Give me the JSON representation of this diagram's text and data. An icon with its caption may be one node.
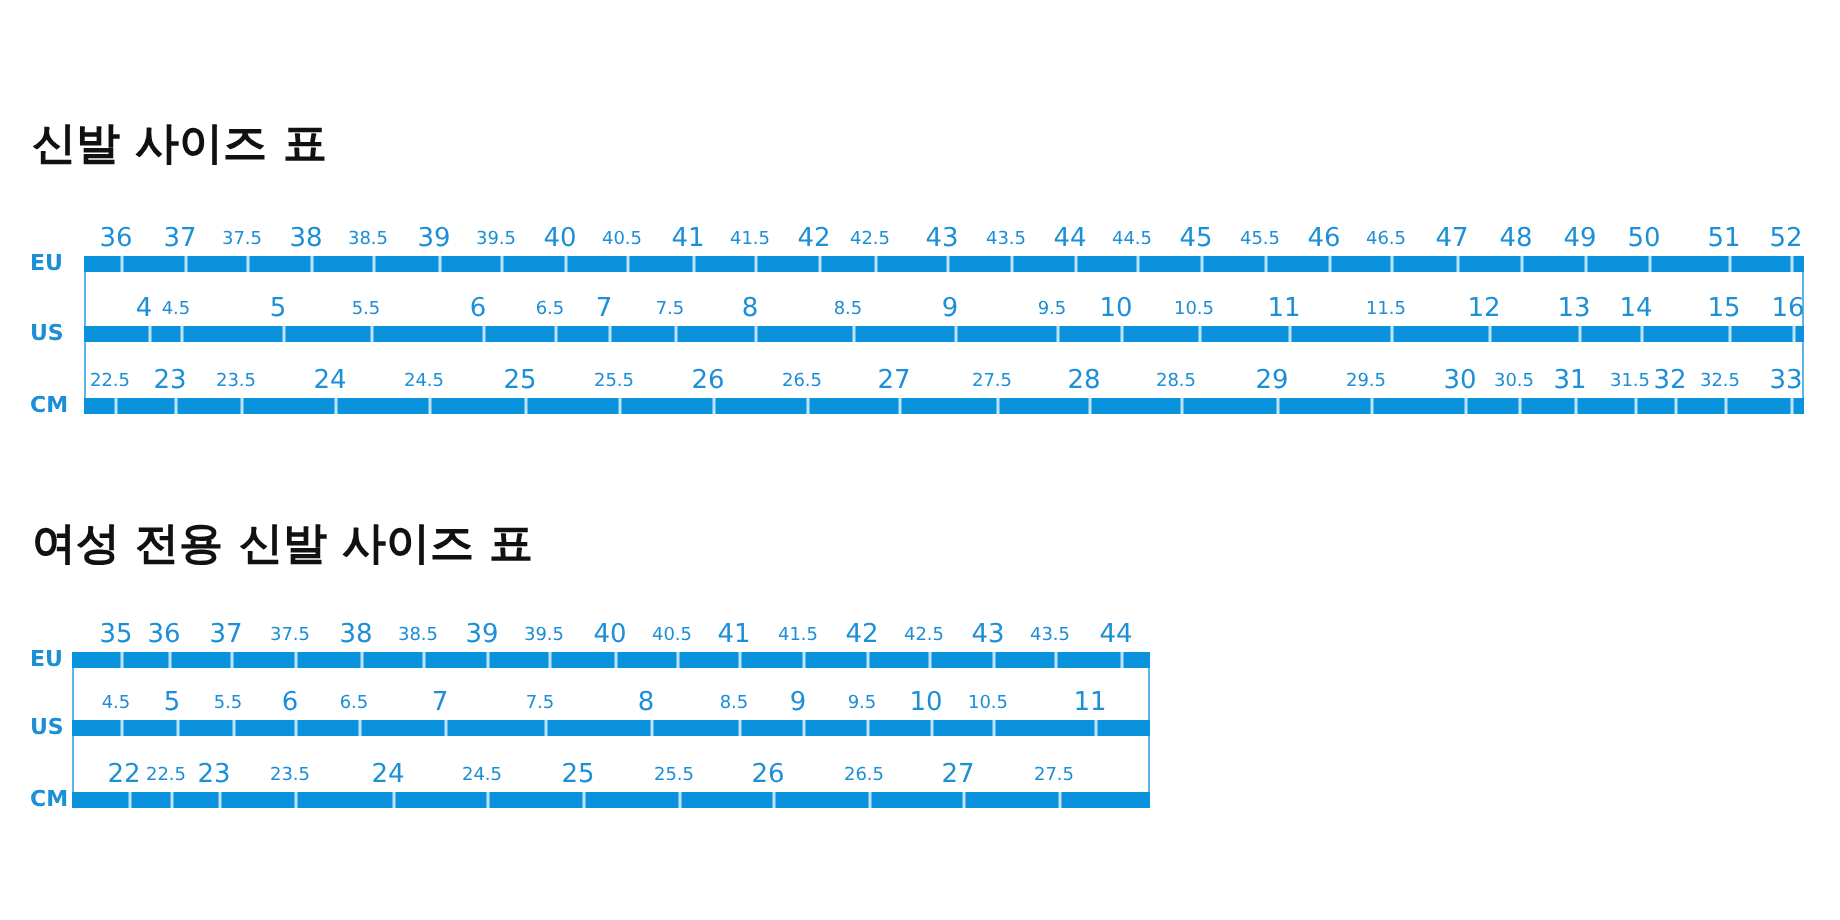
{
  "diagram": {
    "labels": [
      "신발 사이즈 표",
      "36",
      "37",
      "37.5",
      "38",
      "38.5",
      "39",
      "39.5",
      "40",
      "40.5",
      "41",
      "41.5",
      "42",
      "42.5",
      "43",
      "43.5",
      "44",
      "44.5",
      "45",
      "45.5",
      "46",
      "46.5",
      "47",
      "48",
      "49",
      "50",
      "51",
      "52",
      "EU",
      "4",
      "4.5",
      "5",
      "5.5",
      "6",
      "6.5",
      "7",
      "7.5",
      "8",
      "8.5",
      "9",
      "9.5",
      "10",
      "10.5",
      "11",
      "11.5",
      "12",
      "13",
      "14",
      "15",
      "16",
      "US",
      "22.5",
      "23",
      "23.5",
      "24",
      "24.5",
      "25",
      "25.5",
      "26",
      "26.5",
      "27",
      "27.5",
      "28",
      "28.5",
      "29",
      "29.5",
      "30",
      "30.5",
      "31",
      "31.5",
      "32",
      "32.5",
      "33",
      "CM",
      "여성 전용 신발 사이즈 표",
      "35",
      "36",
      "37",
      "37.5",
      "38",
      "38.5",
      "39",
      "39.5",
      "40",
      "40.5",
      "41",
      "41.5",
      "42",
      "42.5",
      "43",
      "43.5",
      "44",
      "EU",
      "4.5",
      "5",
      "5.5",
      "6",
      "6.5",
      "7",
      "7.5",
      "8",
      "8.5",
      "9",
      "9.5",
      "10",
      "10.5",
      "11",
      "US",
      "22",
      "22.5",
      "23",
      "23.5",
      "24",
      "24.5",
      "25",
      "25.5",
      "26",
      "26.5",
      "27",
      "27.5",
      "CM"
    ]
  }
}
